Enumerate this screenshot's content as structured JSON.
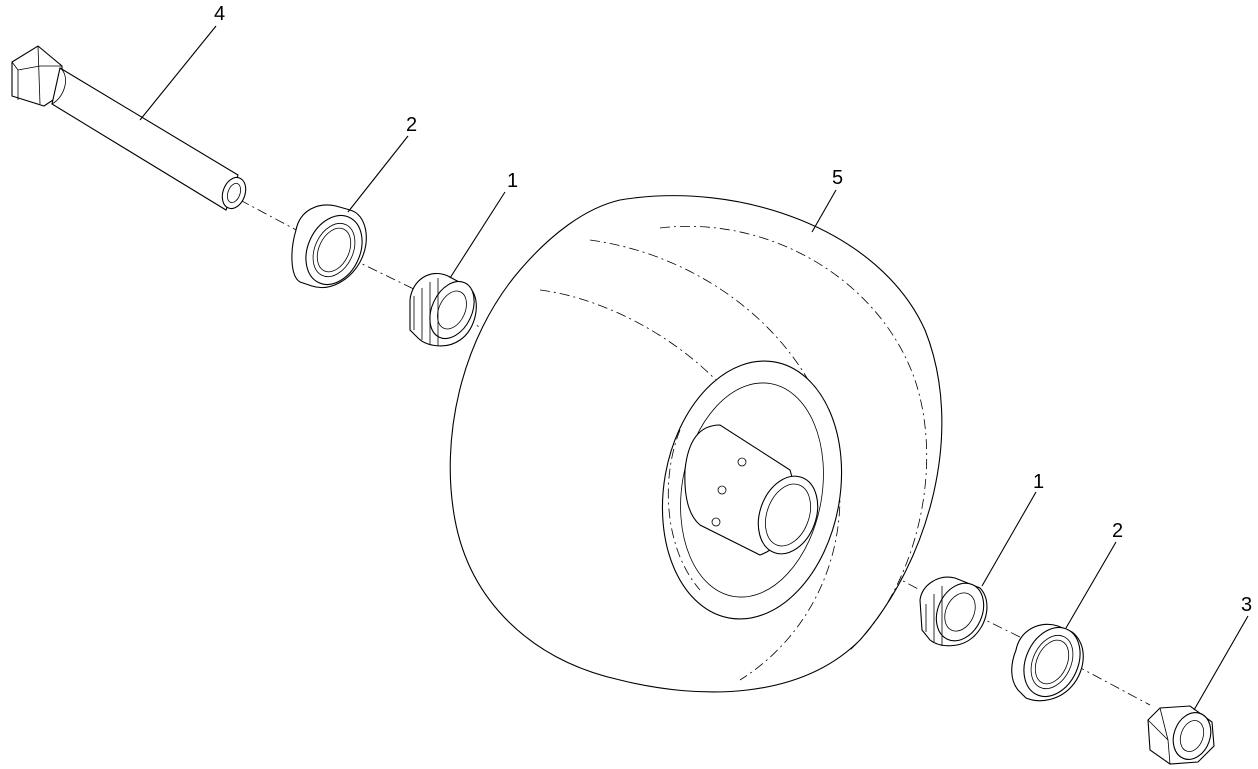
{
  "callouts": [
    {
      "id": "4",
      "label": "4",
      "part": "axle-shaft"
    },
    {
      "id": "2a",
      "label": "2",
      "part": "bearing-race-left"
    },
    {
      "id": "1a",
      "label": "1",
      "part": "tapered-bearing-left"
    },
    {
      "id": "5",
      "label": "5",
      "part": "wheel-tire-assembly"
    },
    {
      "id": "1b",
      "label": "1",
      "part": "tapered-bearing-right"
    },
    {
      "id": "2b",
      "label": "2",
      "part": "bearing-race-right"
    },
    {
      "id": "3",
      "label": "3",
      "part": "nut"
    }
  ]
}
